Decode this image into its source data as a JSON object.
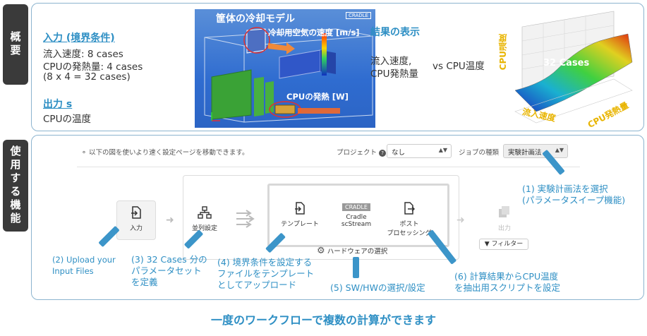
{
  "side_tabs": {
    "overview": "概要",
    "features": "使用する機能"
  },
  "overview": {
    "input_heading": "入力 (境界条件)",
    "input_lines": [
      "流入速度: 8 cases",
      "CPUの発熱量: 4 cases",
      "(8 x 4 = 32 cases)"
    ],
    "output_heading": "出力 s",
    "output_lines": [
      "CPUの温度"
    ],
    "sim_image": {
      "title": "筐体の冷却モデル",
      "brand": "CRADLE",
      "airspeed_label": "冷却用空気の速度 [m/s]",
      "cpuheat_label": "CPUの発熱 [W]"
    },
    "results_heading": "結果の表示",
    "results_lines": [
      "流入速度,",
      "CPU発熱量"
    ],
    "results_vs": "vs CPU温度",
    "surface_plot": {
      "center_label": "32 Cases",
      "z_label": "CPU温度",
      "x_label": "流入速度",
      "y_label": "CPU発熱量"
    }
  },
  "workflow": {
    "hint": "以下の図を使いより速く設定ページを移動できます。",
    "project_label": "プロジェクト",
    "project_value": "なし",
    "job_type_label": "ジョブの種類",
    "job_type_value": "実験計画法",
    "nodes": {
      "input": "入力",
      "parallel": "並列設定",
      "template": "テンプレート",
      "cradle_logo": "CRADLE",
      "cradle_line1": "Cradle",
      "cradle_line2": "scStream",
      "post_line1": "ポスト",
      "post_line2": "プロセッシング",
      "output": "出力",
      "hardware": "ハードウェアの選択",
      "filter": "フィルター"
    }
  },
  "callouts": {
    "c1": [
      "(1) 実験計画法を選択",
      "(パラメータスイープ機能)"
    ],
    "c2": [
      "(2) Upload your",
      "Input Files"
    ],
    "c3": [
      "(3) 32 Cases 分の",
      "パラメータセット",
      "を定義"
    ],
    "c4": [
      "(4) 境界条件を設定する",
      "ファイルをテンプレート",
      "としてアップロード"
    ],
    "c5": [
      "(5) SW/HWの選択/設定"
    ],
    "c6": [
      "(6) 計算結果からCPU温度",
      "を抽出用スクリプトを設定"
    ]
  },
  "footer": "一度のワークフローで複数の計算ができます",
  "colors": {
    "accent": "#2e8fc4",
    "tab_bg": "#3a3a3a",
    "panel_border": "#8cb4cf",
    "pointer": "#3c95c9"
  }
}
